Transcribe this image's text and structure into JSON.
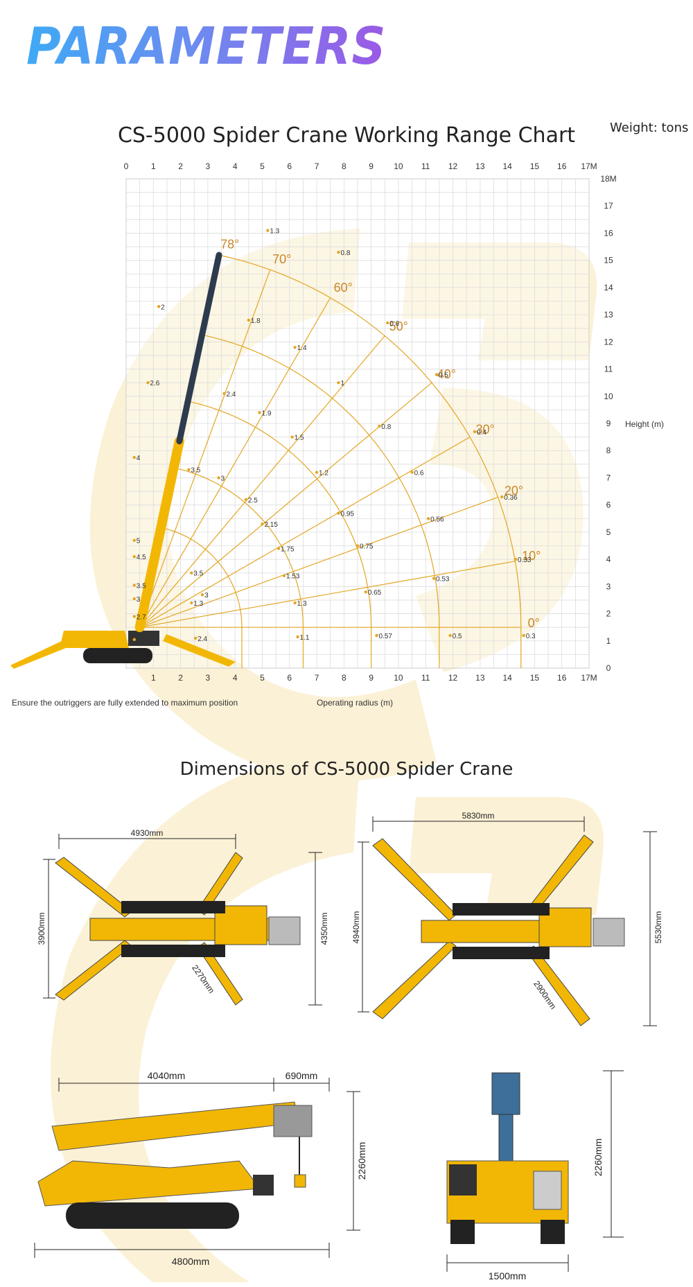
{
  "page_title": "PARAMETERS",
  "chart_data": {
    "type": "line",
    "title": "CS-5000 Spider Crane Working Range Chart",
    "unit_note": "Weight: tons",
    "xlabel": "Operating radius (m)",
    "ylabel": "Height (m)",
    "footnote": "Ensure the outriggers are fully extended to maximum position",
    "xlim": [
      0,
      17
    ],
    "ylim": [
      0,
      18
    ],
    "x_ticks_top": [
      "0",
      "1",
      "2",
      "3",
      "4",
      "5",
      "6",
      "7",
      "8",
      "9",
      "10",
      "11",
      "12",
      "13",
      "14",
      "15",
      "16",
      "17M"
    ],
    "x_ticks_bottom": [
      "1",
      "2",
      "3",
      "4",
      "5",
      "6",
      "7",
      "8",
      "9",
      "10",
      "11",
      "12",
      "13",
      "14",
      "15",
      "16",
      "17M"
    ],
    "y_ticks": [
      "0",
      "1",
      "2",
      "3",
      "4",
      "5",
      "6",
      "7",
      "8",
      "9",
      "10",
      "11",
      "12",
      "13",
      "14",
      "15",
      "16",
      "17",
      "18M"
    ],
    "grid": true,
    "pivot": [
      0.5,
      1.5
    ],
    "boom_angles": [
      "78°",
      "70°",
      "60°",
      "50°",
      "40°",
      "30°",
      "20°",
      "10°",
      "0°"
    ],
    "boom_lengths": [
      3.75,
      6.0,
      8.5,
      11.0,
      14.0
    ],
    "loads": [
      {
        "x": 0.3,
        "y": 1.05,
        "label": "2.4"
      },
      {
        "x": 0.3,
        "y": 1.9,
        "label": "2.7"
      },
      {
        "x": 0.3,
        "y": 2.55,
        "label": "3"
      },
      {
        "x": 0.3,
        "y": 3.05,
        "label": "3.5"
      },
      {
        "x": 0.3,
        "y": 4.1,
        "label": "4.5"
      },
      {
        "x": 0.3,
        "y": 4.7,
        "label": "5"
      },
      {
        "x": 0.3,
        "y": 7.75,
        "label": "4"
      },
      {
        "x": 0.8,
        "y": 10.5,
        "label": "2.6"
      },
      {
        "x": 1.2,
        "y": 13.3,
        "label": "2"
      },
      {
        "x": 2.55,
        "y": 1.1,
        "label": "2.4"
      },
      {
        "x": 2.4,
        "y": 3.5,
        "label": "3.5"
      },
      {
        "x": 2.8,
        "y": 2.7,
        "label": "3"
      },
      {
        "x": 2.4,
        "y": 2.4,
        "label": "1.3"
      },
      {
        "x": 2.3,
        "y": 7.3,
        "label": "3.5"
      },
      {
        "x": 3.4,
        "y": 7.0,
        "label": "3"
      },
      {
        "x": 3.6,
        "y": 10.1,
        "label": "2.4"
      },
      {
        "x": 4.5,
        "y": 12.8,
        "label": "1.8"
      },
      {
        "x": 5.2,
        "y": 16.1,
        "label": "1.3"
      },
      {
        "x": 4.4,
        "y": 6.2,
        "label": "2.5"
      },
      {
        "x": 5.0,
        "y": 5.3,
        "label": "2.15"
      },
      {
        "x": 5.6,
        "y": 4.4,
        "label": "1.75"
      },
      {
        "x": 5.8,
        "y": 3.4,
        "label": "1.53"
      },
      {
        "x": 6.2,
        "y": 2.4,
        "label": "1.3"
      },
      {
        "x": 6.3,
        "y": 1.15,
        "label": "1.1"
      },
      {
        "x": 4.9,
        "y": 9.4,
        "label": "1.9"
      },
      {
        "x": 6.1,
        "y": 8.5,
        "label": "1.5"
      },
      {
        "x": 6.2,
        "y": 11.8,
        "label": "1.4"
      },
      {
        "x": 7.0,
        "y": 7.2,
        "label": "1.2"
      },
      {
        "x": 7.8,
        "y": 15.3,
        "label": "0.8"
      },
      {
        "x": 7.8,
        "y": 10.5,
        "label": "1"
      },
      {
        "x": 7.8,
        "y": 5.7,
        "label": "0.95"
      },
      {
        "x": 8.5,
        "y": 4.5,
        "label": "0.75"
      },
      {
        "x": 8.8,
        "y": 2.8,
        "label": "0.65"
      },
      {
        "x": 9.2,
        "y": 1.2,
        "label": "0.57"
      },
      {
        "x": 9.3,
        "y": 8.9,
        "label": "0.8"
      },
      {
        "x": 9.6,
        "y": 12.7,
        "label": "0.6"
      },
      {
        "x": 10.5,
        "y": 7.2,
        "label": "0.6"
      },
      {
        "x": 11.1,
        "y": 5.5,
        "label": "0.56"
      },
      {
        "x": 11.3,
        "y": 3.3,
        "label": "0.53"
      },
      {
        "x": 11.9,
        "y": 1.2,
        "label": "0.5"
      },
      {
        "x": 11.4,
        "y": 10.8,
        "label": "0.5"
      },
      {
        "x": 12.8,
        "y": 8.7,
        "label": "0.4"
      },
      {
        "x": 13.8,
        "y": 6.3,
        "label": "0.36"
      },
      {
        "x": 14.3,
        "y": 4.0,
        "label": "0.33"
      },
      {
        "x": 14.6,
        "y": 1.2,
        "label": "0.3"
      }
    ]
  },
  "dimensions": {
    "title": "Dimensions of CS-5000 Spider Crane",
    "top_left": {
      "width": "4930mm",
      "height_left": "3900mm",
      "height_right": "4350mm",
      "leg": "2270mm"
    },
    "top_right": {
      "width": "5830mm",
      "height_left": "4940mm",
      "height_right": "5530mm",
      "leg": "2900mm"
    },
    "side": {
      "boom": "4040mm",
      "head": "690mm",
      "height": "2260mm",
      "length": "4800mm"
    },
    "front": {
      "height": "2260mm",
      "width": "1500mm"
    }
  },
  "colors": {
    "accent": "#e3a623",
    "boom": "#f2b705",
    "angle_label": "#c8872a",
    "grid": "#dcdcdc",
    "watermark": "#fbf1d6"
  }
}
